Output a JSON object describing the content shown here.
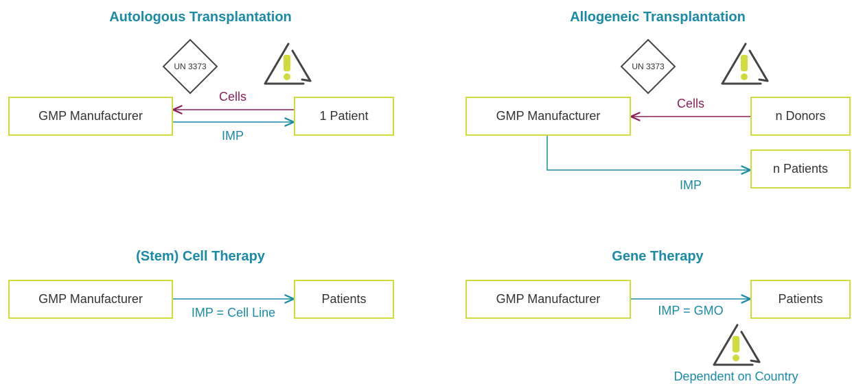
{
  "panels": {
    "autologous": {
      "title": "Autologous Transplantation",
      "box_left": "GMP Manufacturer",
      "box_right": "1 Patient",
      "arrow_top_label": "Cells",
      "arrow_bottom_label": "IMP",
      "un_code": "UN 3373"
    },
    "allogeneic": {
      "title": "Allogeneic Transplantation",
      "box_left": "GMP Manufacturer",
      "box_right_top": "n Donors",
      "box_right_bottom": "n Patients",
      "arrow_top_label": "Cells",
      "arrow_bottom_label": "IMP",
      "un_code": "UN 3373"
    },
    "stem": {
      "title": "(Stem) Cell Therapy",
      "box_left": "GMP Manufacturer",
      "box_right": "Patients",
      "arrow_label": "IMP = Cell Line"
    },
    "gene": {
      "title": "Gene Therapy",
      "box_left": "GMP Manufacturer",
      "box_right": "Patients",
      "arrow_label": "IMP = GMO",
      "note": "Dependent on Country"
    }
  },
  "colors": {
    "title": "#1a8aa6",
    "box_border": "#cfdc3c",
    "cells_arrow": "#8c1f5c",
    "imp_arrow": "#1a8aa6",
    "warning_fill": "#cfdc3c",
    "icon_stroke": "#444444"
  },
  "icons": [
    "un-diamond-icon",
    "warning-triangle-icon"
  ]
}
